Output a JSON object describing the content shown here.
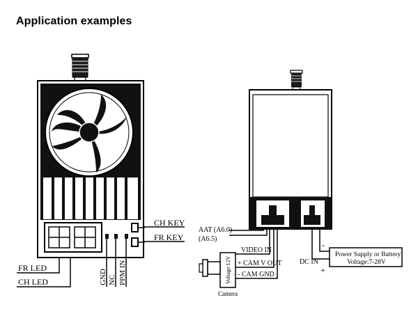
{
  "title": "Application examples",
  "left_device": {
    "ch_key": "CH KEY",
    "fr_key": "FR KEY",
    "fr_led": "FR LED",
    "ch_led": "CH LED",
    "gnd": "GND",
    "nc": "NC",
    "ppm_in": "PPM IN"
  },
  "right_device": {
    "aat_a60": "AAT (A6.0)",
    "a65": "(A6.5)",
    "video_in": "VIDEO IN",
    "cam_v_out": "+ CAM V OUT",
    "cam_gnd": "- CAM GND",
    "camera_voltage": "Voltage:12V",
    "camera": "Camera",
    "dc_in": "DC IN",
    "minus": "-",
    "plus": "+",
    "power_line1": "Power Supply or Battery",
    "power_line2": "Voltage:7-28V"
  }
}
